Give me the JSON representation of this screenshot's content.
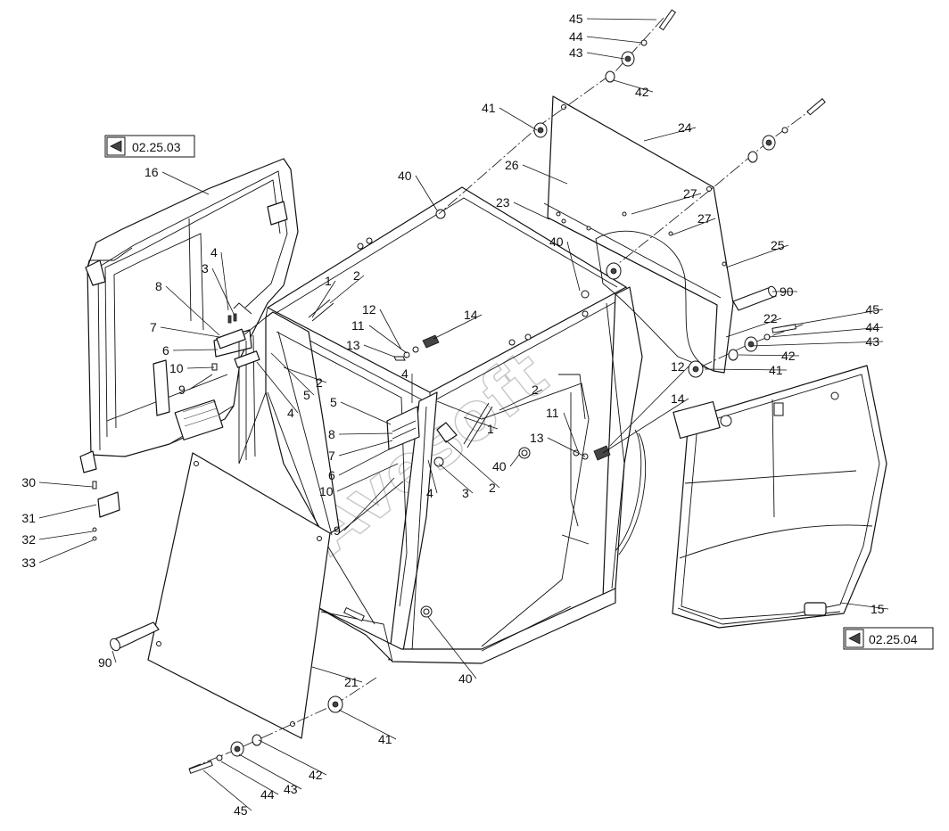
{
  "watermark": "Avesoft",
  "refs": [
    {
      "id": "ref-left",
      "code": "02.25.03"
    },
    {
      "id": "ref-right",
      "code": "02.25.04"
    }
  ],
  "callouts": [
    "45",
    "44",
    "43",
    "42",
    "41",
    "24",
    "26",
    "23",
    "27",
    "27",
    "25",
    "90",
    "22",
    "45",
    "44",
    "43",
    "42",
    "41",
    "40",
    "40",
    "16",
    "4",
    "3",
    "8",
    "7",
    "6",
    "10",
    "9",
    "1",
    "2",
    "12",
    "11",
    "13",
    "14",
    "2",
    "5",
    "4",
    "4",
    "5",
    "8",
    "7",
    "6",
    "10",
    "9",
    "3",
    "4",
    "2",
    "1",
    "2",
    "12",
    "11",
    "13",
    "14",
    "40",
    "30",
    "31",
    "32",
    "33",
    "90",
    "21",
    "40",
    "41",
    "42",
    "43",
    "44",
    "45",
    "15"
  ]
}
